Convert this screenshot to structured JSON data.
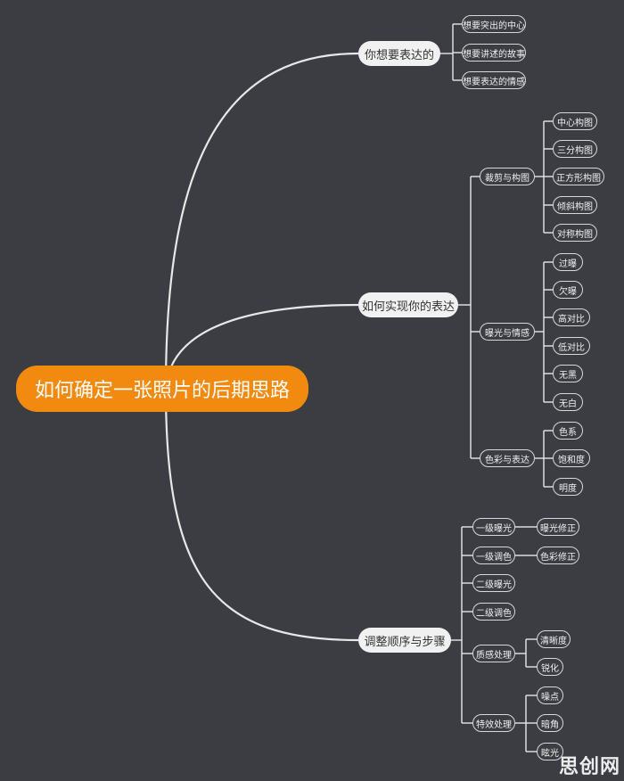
{
  "mindmap": {
    "root": "如何确定一张照片的后期思路",
    "branches": [
      {
        "label": "你想要表达的",
        "children": [
          {
            "label": "想要突出的中心"
          },
          {
            "label": "想要讲述的故事"
          },
          {
            "label": "想要表达的情感"
          }
        ]
      },
      {
        "label": "如何实现你的表达",
        "children": [
          {
            "label": "裁剪与构图",
            "children": [
              "中心构图",
              "三分构图",
              "正方形构图",
              "倾斜构图",
              "对称构图"
            ]
          },
          {
            "label": "曝光与情感",
            "children": [
              "过曝",
              "欠曝",
              "高对比",
              "低对比",
              "无黑",
              "无白"
            ]
          },
          {
            "label": "色彩与表达",
            "children": [
              "色系",
              "饱和度",
              "明度"
            ]
          }
        ]
      },
      {
        "label": "调整顺序与步骤",
        "children": [
          {
            "label": "一级曝光",
            "children": [
              "曝光修正"
            ]
          },
          {
            "label": "一级调色",
            "children": [
              "色彩修正"
            ]
          },
          {
            "label": "二级曝光"
          },
          {
            "label": "二级调色"
          },
          {
            "label": "质感处理",
            "children": [
              "清晰度",
              "锐化"
            ]
          },
          {
            "label": "特效处理",
            "children": [
              "噪点",
              "暗角",
              "眩光"
            ]
          }
        ]
      }
    ]
  },
  "colors": {
    "background": "#3b3d42",
    "root_fill": "#f28a0f",
    "main_fill": "#f1f1f1",
    "line": "#e8e8e8"
  },
  "watermark": "思创网"
}
